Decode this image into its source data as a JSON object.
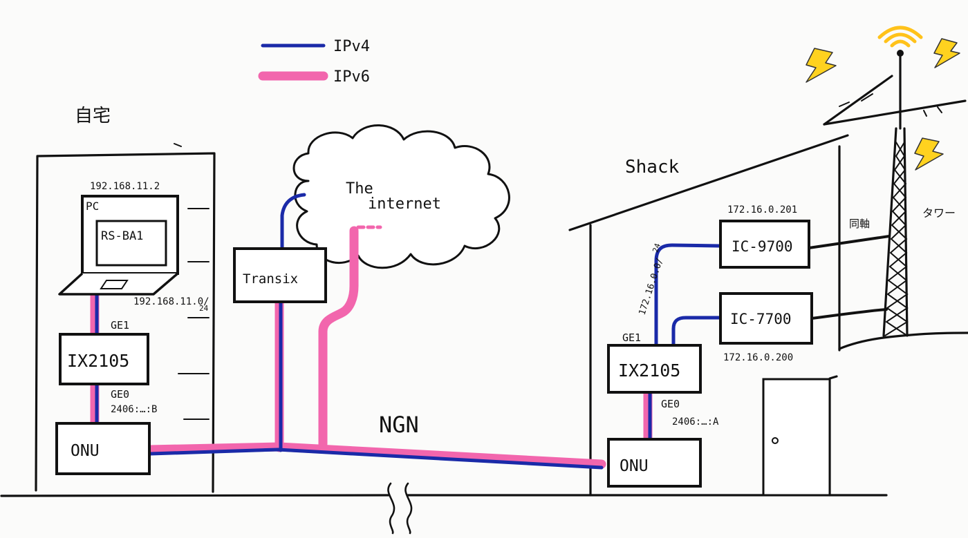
{
  "legend": {
    "ipv4_label": "IPv4",
    "ipv6_label": "IPv6"
  },
  "colors": {
    "ipv4": "#1a2aa8",
    "ipv6": "#f266ad",
    "bolt": "#ffd21f",
    "wave": "#ffc21a"
  },
  "home": {
    "title": "自宅",
    "pc_ip": "192.168.11.2",
    "pc_label": "PC",
    "app_label": "RS-BA1",
    "subnet_main": "192.168.11.0/",
    "subnet_mask": "24",
    "ge1": "GE1",
    "router": "IX2105",
    "ge0": "GE0",
    "ipv6_addr": "2406:…:B",
    "onu": "ONU"
  },
  "internet": {
    "label_line1": "The",
    "label_line2": "internet",
    "transix": "Transix"
  },
  "ngn": "NGN",
  "shack": {
    "title": "Shack",
    "subnet_main": "172.16.0.0/",
    "subnet_mask": "24",
    "ic9700_ip": "172.16.0.201",
    "ic9700": "IC-9700",
    "ic7700": "IC-7700",
    "ic7700_ip": "172.16.0.200",
    "coax": "同軸",
    "tower": "タワー",
    "ge1": "GE1",
    "router": "IX2105",
    "ge0": "GE0",
    "ipv6_addr": "2406:…:A",
    "onu": "ONU"
  }
}
